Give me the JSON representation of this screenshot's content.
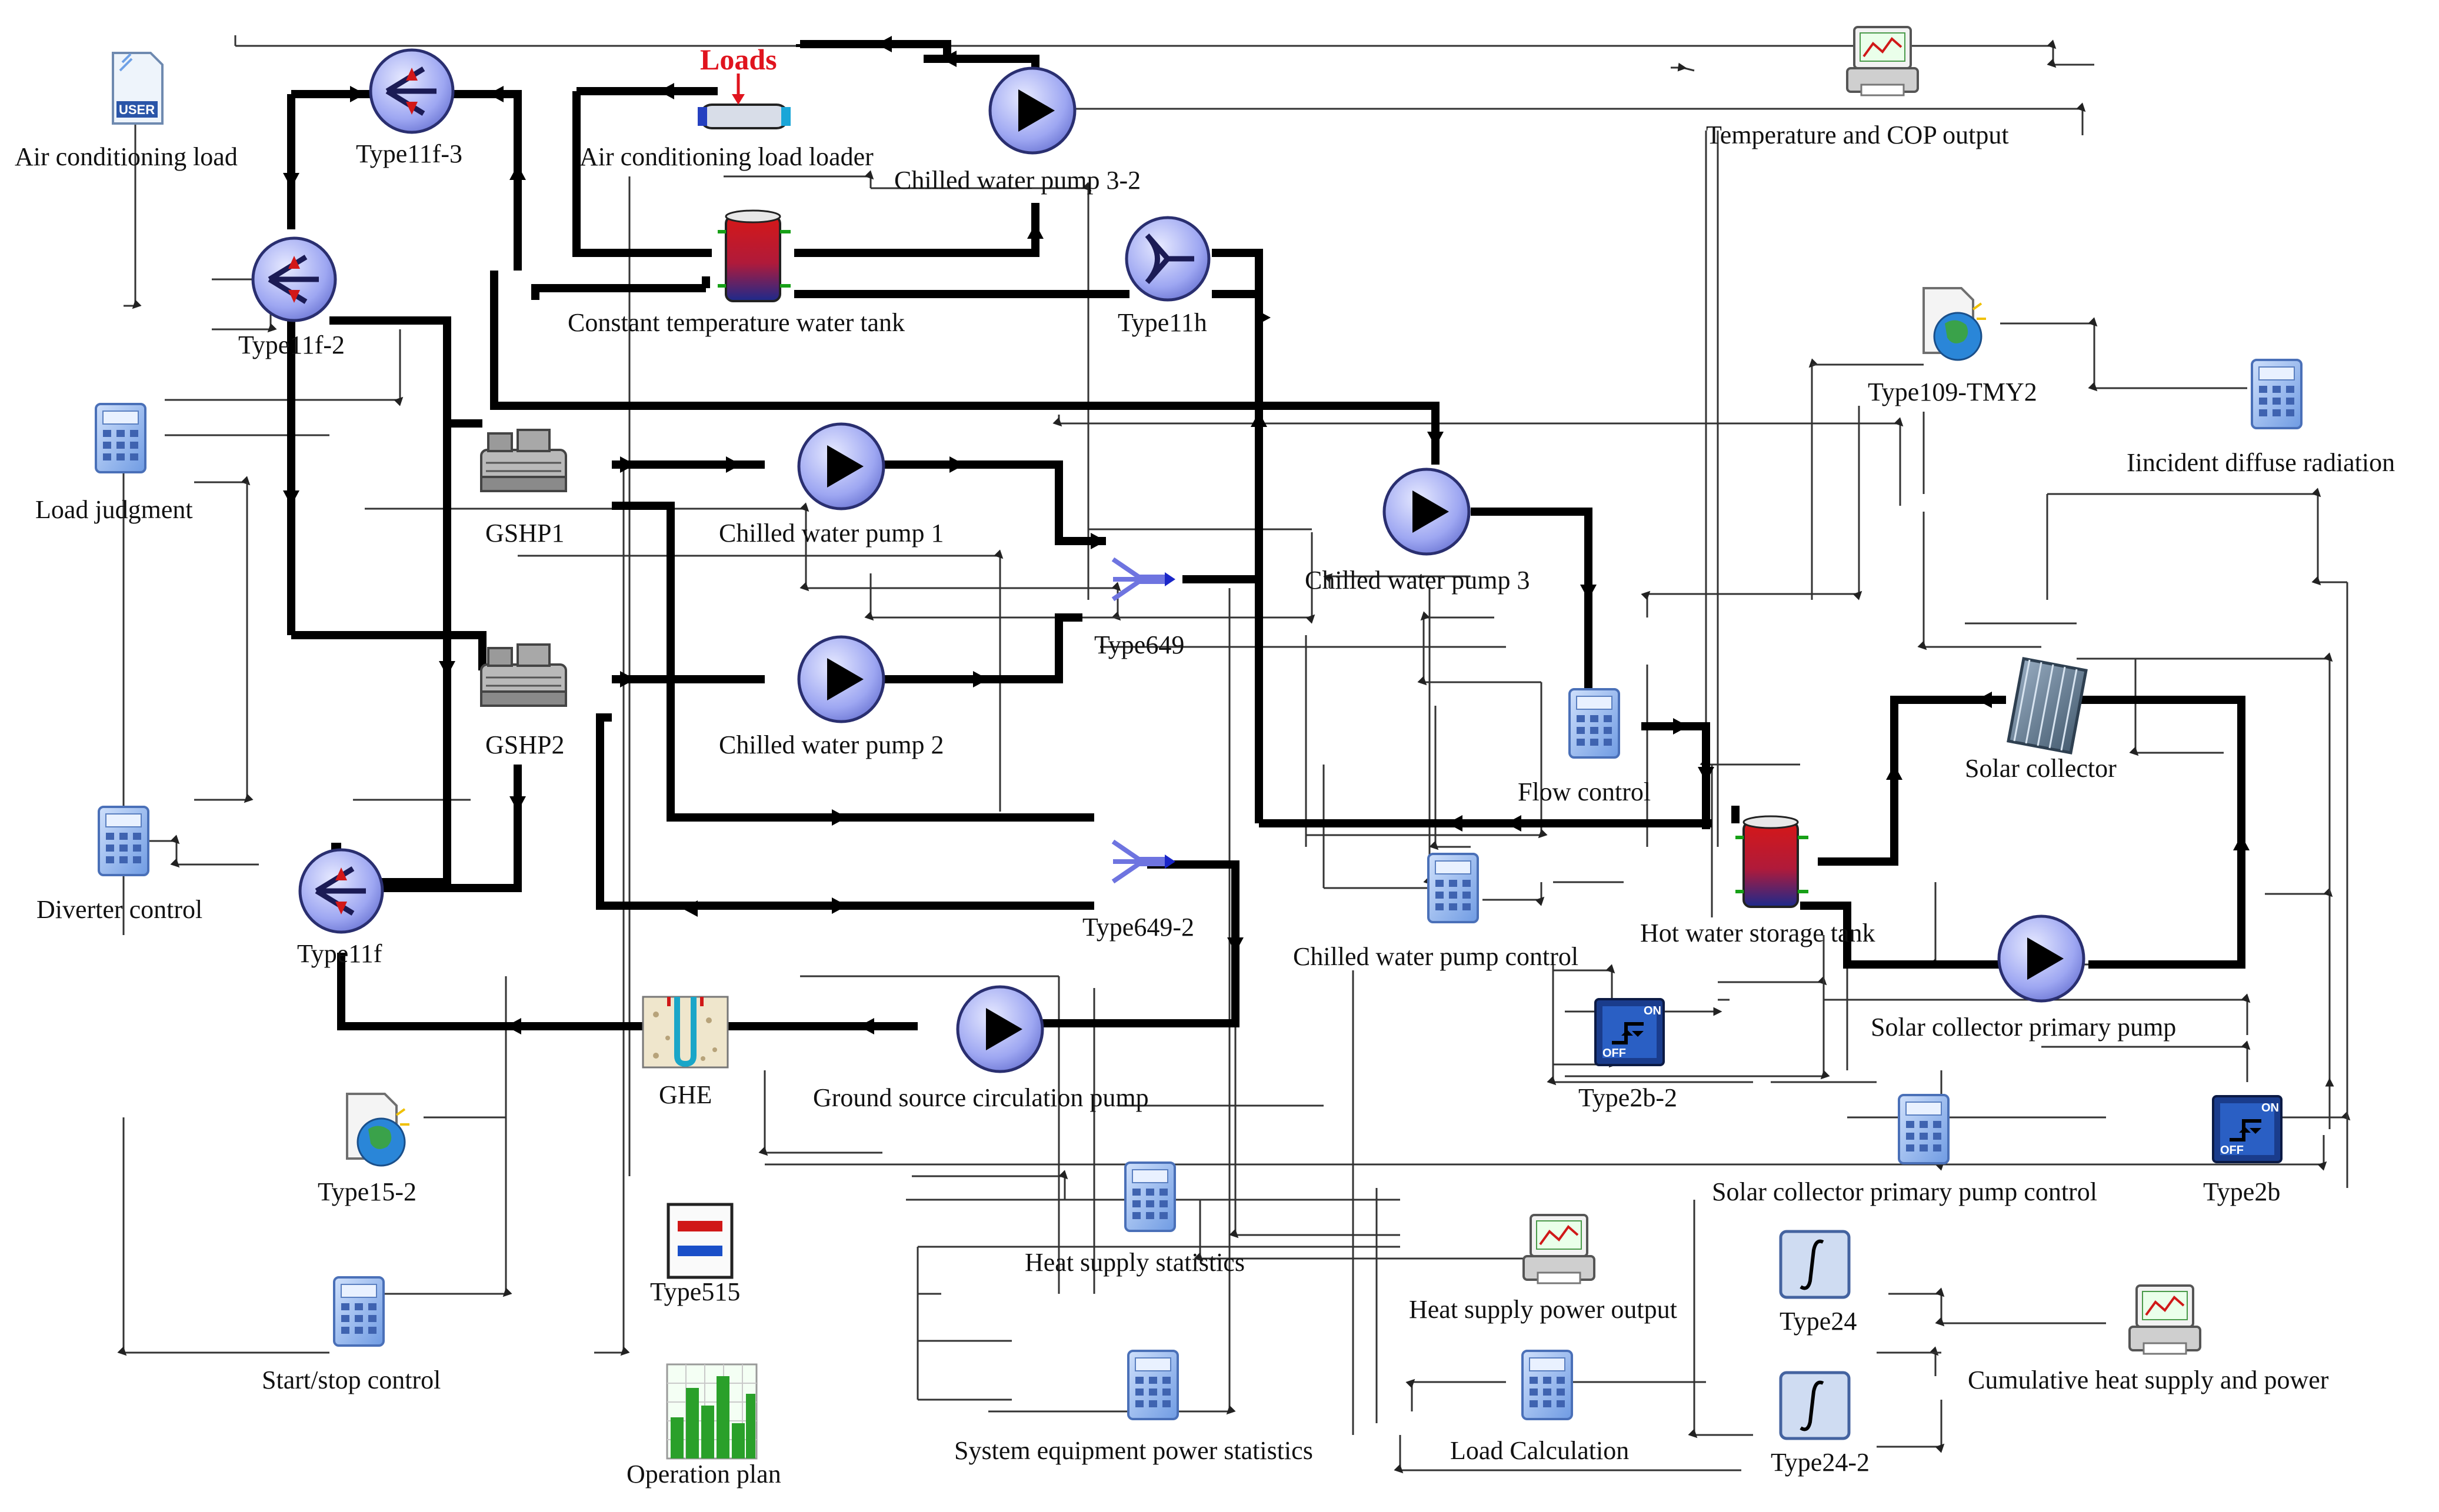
{
  "colors": {
    "pipe": "#000000",
    "signal": "#222222",
    "pump_fill": "#9da6f0",
    "loads_red": "#e0141e",
    "calc_blue": "#7aa6e6",
    "tank_red": "#d01818",
    "tank_blue": "#1a2a8a"
  },
  "components": [
    {
      "id": "air-conditioning-load",
      "icon": "user-file-icon",
      "label": "Air conditioning load"
    },
    {
      "id": "type11f-3",
      "icon": "diverter-icon",
      "label": "Type11f-3"
    },
    {
      "id": "air-conditioning-load-loader",
      "icon": "pipe-icon",
      "label": "Air conditioning load loader",
      "marker": "Loads"
    },
    {
      "id": "chilled-water-pump-3-2",
      "icon": "pump-icon",
      "label": "Chilled water pump 3-2"
    },
    {
      "id": "temperature-cop-output",
      "icon": "printer-icon",
      "label": "Temperature and COP output"
    },
    {
      "id": "type11f-2",
      "icon": "diverter-icon",
      "label": "Type11f-2"
    },
    {
      "id": "constant-temperature-water-tank",
      "icon": "tank-icon",
      "label": "Constant temperature water tank"
    },
    {
      "id": "type11h",
      "icon": "mixer-icon",
      "label": "Type11h"
    },
    {
      "id": "type109-tmy2",
      "icon": "weather-icon",
      "label": "Type109-TMY2"
    },
    {
      "id": "incident-diffuse-radiation",
      "icon": "calculator-icon",
      "label": "Iincident diffuse radiation"
    },
    {
      "id": "load-judgment",
      "icon": "calculator-icon",
      "label": "Load judgment"
    },
    {
      "id": "gshp1",
      "icon": "heat-pump-icon",
      "label": "GSHP1"
    },
    {
      "id": "chilled-water-pump-1",
      "icon": "pump-icon",
      "label": "Chilled water pump 1"
    },
    {
      "id": "chilled-water-pump-3",
      "icon": "pump-icon",
      "label": "Chilled water pump 3"
    },
    {
      "id": "type649",
      "icon": "merger-icon",
      "label": "Type649"
    },
    {
      "id": "gshp2",
      "icon": "heat-pump-icon",
      "label": "GSHP2"
    },
    {
      "id": "chilled-water-pump-2",
      "icon": "pump-icon",
      "label": "Chilled water pump 2"
    },
    {
      "id": "flow-control",
      "icon": "calculator-icon",
      "label": "Flow control"
    },
    {
      "id": "solar-collector",
      "icon": "solar-panel-icon",
      "label": "Solar collector"
    },
    {
      "id": "diverter-control",
      "icon": "calculator-icon",
      "label": "Diverter control"
    },
    {
      "id": "type11f",
      "icon": "diverter-icon",
      "label": "Type11f"
    },
    {
      "id": "type649-2",
      "icon": "merger-icon",
      "label": "Type649-2"
    },
    {
      "id": "chilled-water-pump-control",
      "icon": "calculator-icon",
      "label": "Chilled water pump control"
    },
    {
      "id": "hot-water-storage-tank",
      "icon": "tank-icon",
      "label": "Hot water storage tank"
    },
    {
      "id": "solar-collector-primary-pump",
      "icon": "pump-icon",
      "label": "Solar collector primary pump"
    },
    {
      "id": "type2b-2",
      "icon": "on-off-controller-icon",
      "label": "Type2b-2"
    },
    {
      "id": "ghe",
      "icon": "ground-heat-exchanger-icon",
      "label": "GHE"
    },
    {
      "id": "ground-source-circulation-pump",
      "icon": "pump-icon",
      "label": "Ground source circulation pump"
    },
    {
      "id": "type15-2",
      "icon": "weather-icon",
      "label": "Type15-2"
    },
    {
      "id": "type2b",
      "icon": "on-off-controller-icon",
      "label": "Type2b"
    },
    {
      "id": "solar-collector-primary-pump-control",
      "icon": "calculator-icon",
      "label": "Solar collector primary pump control"
    },
    {
      "id": "type515",
      "icon": "schedule-icon",
      "label": "Type515"
    },
    {
      "id": "heat-supply-statistics",
      "icon": "calculator-icon",
      "label": "Heat supply statistics"
    },
    {
      "id": "heat-supply-power-output",
      "icon": "printer-icon",
      "label": "Heat supply power output"
    },
    {
      "id": "type24",
      "icon": "integrator-icon",
      "label": "Type24"
    },
    {
      "id": "start-stop-control",
      "icon": "calculator-icon",
      "label": "Start/stop control"
    },
    {
      "id": "cumulative-heat-supply-power",
      "icon": "printer-icon",
      "label": "Cumulative heat supply and power"
    },
    {
      "id": "operation-plan",
      "icon": "bar-chart-icon",
      "label": "Operation plan"
    },
    {
      "id": "system-equipment-power-statistics",
      "icon": "calculator-icon",
      "label": "System equipment power statistics"
    },
    {
      "id": "load-calculation",
      "icon": "calculator-icon",
      "label": "Load Calculation"
    },
    {
      "id": "type24-2",
      "icon": "integrator-icon",
      "label": "Type24-2"
    }
  ]
}
